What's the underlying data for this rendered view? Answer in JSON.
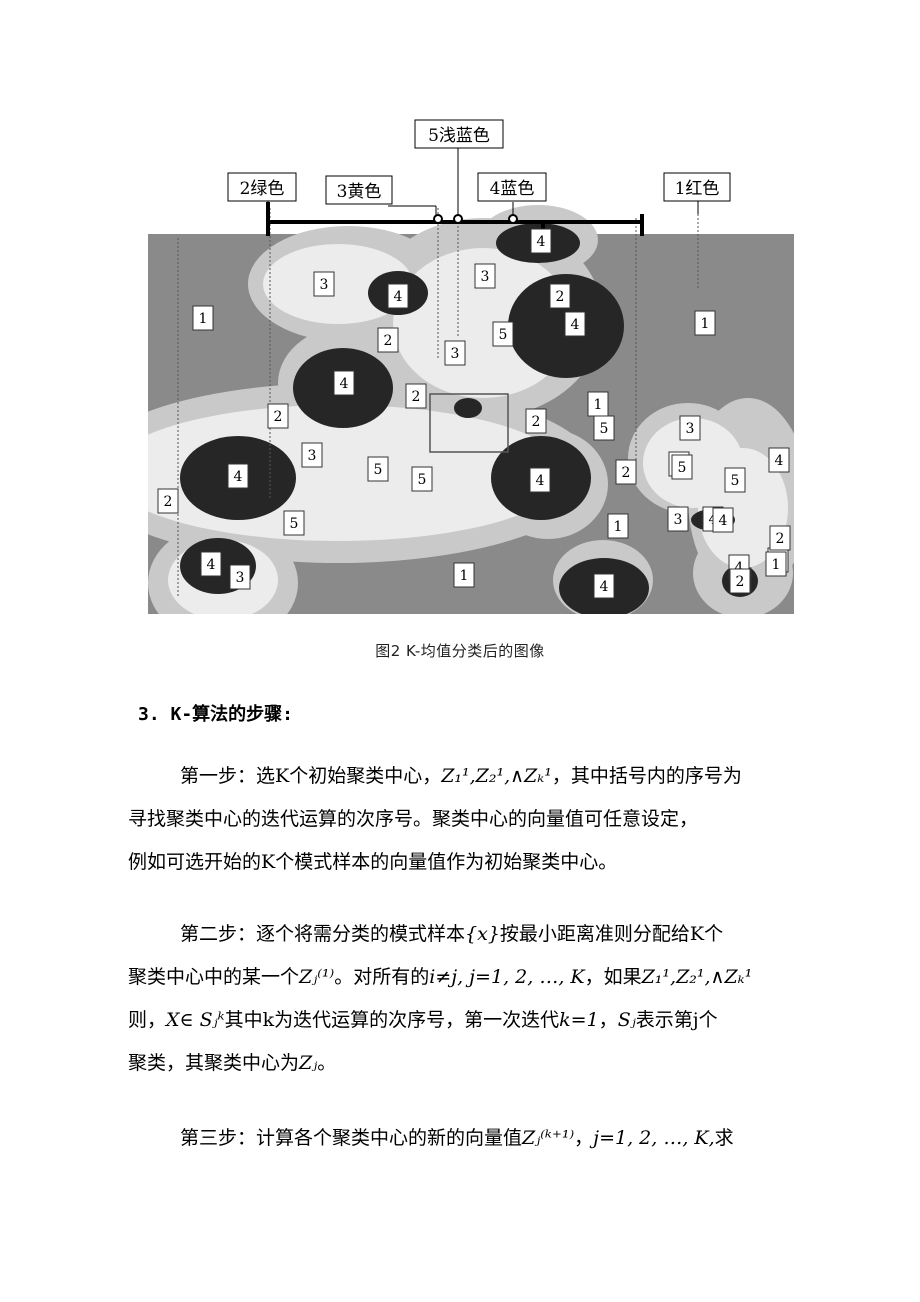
{
  "figure": {
    "legend": [
      "5浅蓝色",
      "2绿色",
      "3黄色",
      "4蓝色",
      "1红色"
    ],
    "region_labels": [
      "1",
      "1",
      "1",
      "1",
      "1",
      "1",
      "2",
      "2",
      "2",
      "2",
      "2",
      "2",
      "2",
      "2",
      "2",
      "3",
      "3",
      "3",
      "3",
      "3",
      "3",
      "3",
      "3",
      "4",
      "4",
      "4",
      "4",
      "4",
      "4",
      "4",
      "4",
      "4",
      "4",
      "4",
      "5",
      "5",
      "5",
      "5",
      "5",
      "5",
      "5",
      "1",
      "4",
      "2"
    ],
    "colors": {
      "class1": "#8a8a8a",
      "class2": "#c9c9c9",
      "class3": "#ececec",
      "class4": "#262626",
      "class5": "#dcdcdc"
    }
  },
  "caption": "图2  K-均值分类后的图像",
  "heading": "3. K-算法的步骤:",
  "step1": {
    "line1_a": "第一步：选K个初始聚类中心，",
    "line1_math": "Z₁¹,Z₂¹,∧Zₖ¹",
    "line1_b": "，其中括号内的序号为",
    "line2": "寻找聚类中心的迭代运算的次序号。聚类中心的向量值可任意设定，",
    "line3": "例如可选开始的K个模式样本的向量值作为初始聚类中心。"
  },
  "step2": {
    "line1_a": "第二步：逐个将需分类的模式样本",
    "line1_math": "{x}",
    "line1_b": "按最小距离准则分配给K个",
    "line2_a": "聚类中心中的某一个",
    "line2_math1": "Zⱼ⁽¹⁾",
    "line2_b": "。对所有的",
    "line2_math2": "i≠j, j=1, 2, …, K",
    "line2_c": "，如果",
    "line2_math3": "Z₁¹,Z₂¹,∧Zₖ¹",
    "line3_a": "则，",
    "line3_math1": "X∈ Sⱼᵏ",
    "line3_b": "其中k为迭代运算的次序号，第一次迭代",
    "line3_math2": "k=1",
    "line3_c": "，",
    "line3_math3": "Sⱼ",
    "line3_d": "表示第j个",
    "line4_a": "聚类，其聚类中心为",
    "line4_math": "Zⱼ",
    "line4_b": "。"
  },
  "step3": {
    "line1_a": "第三步：计算各个聚类中心的新的向量值",
    "line1_math": "Zⱼ⁽ᵏ⁺¹⁾",
    "line1_b": "，",
    "line1_math2": "j=1, 2, …, K,",
    "line1_c": "求"
  }
}
